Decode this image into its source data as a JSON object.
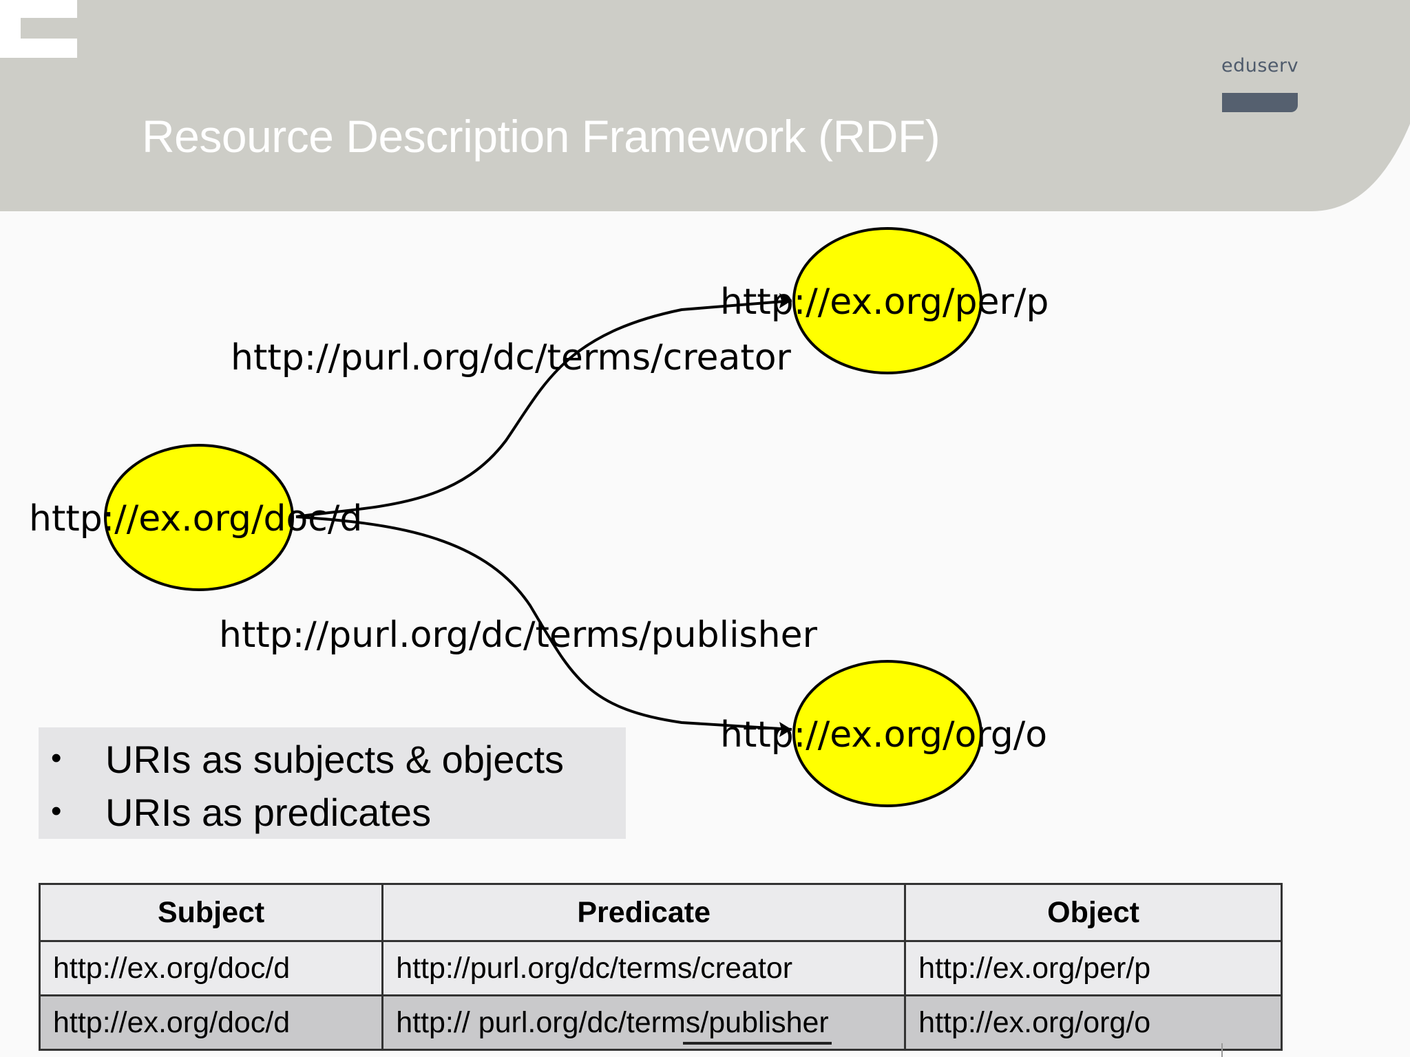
{
  "header": {
    "title": "Resource Description Framework (RDF)",
    "logo_text": "eduserv",
    "background_color": "#cdcdc7"
  },
  "graph": {
    "node_color": "#ffff00",
    "nodes": [
      {
        "id": "subject",
        "label": "http://ex.org/doc/d"
      },
      {
        "id": "creator_obj",
        "label": "http://ex.org/per/p"
      },
      {
        "id": "publisher_obj",
        "label": "http://ex.org/org/o"
      }
    ],
    "edges": [
      {
        "from": "subject",
        "to": "creator_obj",
        "label": "http://purl.org/dc/terms/creator"
      },
      {
        "from": "subject",
        "to": "publisher_obj",
        "label": "http://purl.org/dc/terms/publisher"
      }
    ]
  },
  "bullets": {
    "marker": "•",
    "items": [
      "URIs as subjects & objects",
      "URIs as predicates"
    ]
  },
  "table": {
    "headers": [
      "Subject",
      "Predicate",
      "Object"
    ],
    "rows": [
      [
        "http://ex.org/doc/d",
        "http://purl.org/dc/terms/creator",
        "http://ex.org/per/p"
      ],
      [
        "http://ex.org/doc/d",
        "http:// purl.org/dc/terms/publisher",
        "http://ex.org/org/o"
      ]
    ]
  }
}
